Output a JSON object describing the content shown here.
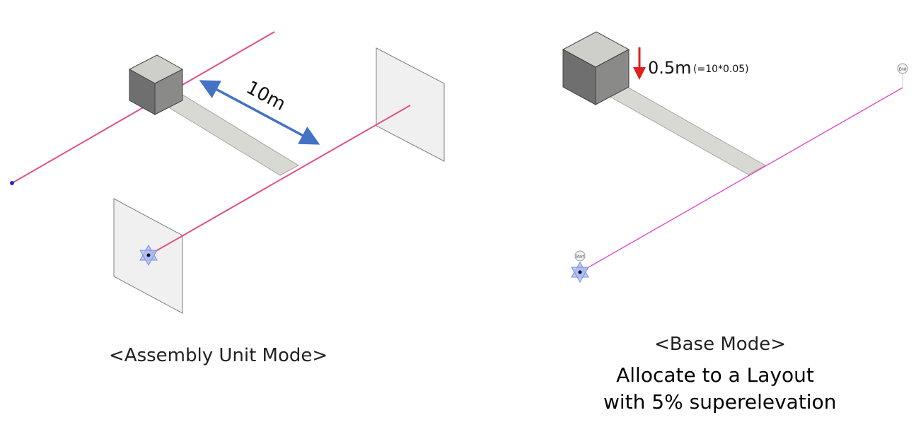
{
  "left_panel": {
    "dimension_label": "10m",
    "caption": "<Assembly Unit Mode>"
  },
  "right_panel": {
    "offset_value": "0.5m",
    "offset_formula": "(=10*0.05)",
    "start_marker": "Start",
    "end_marker": "End",
    "caption": "<Base Mode>",
    "description_line1": "Allocate to a Layout",
    "description_line2": "with 5% superelevation"
  },
  "colors": {
    "alignment_line": "#e0508a",
    "dimension_arrow": "#4472c4",
    "offset_arrow": "#e02020",
    "cube_front": "#6f6f6f",
    "cube_top": "#cfcfca",
    "beam": "#d9d9d4",
    "plane": "#f0f0f0"
  }
}
